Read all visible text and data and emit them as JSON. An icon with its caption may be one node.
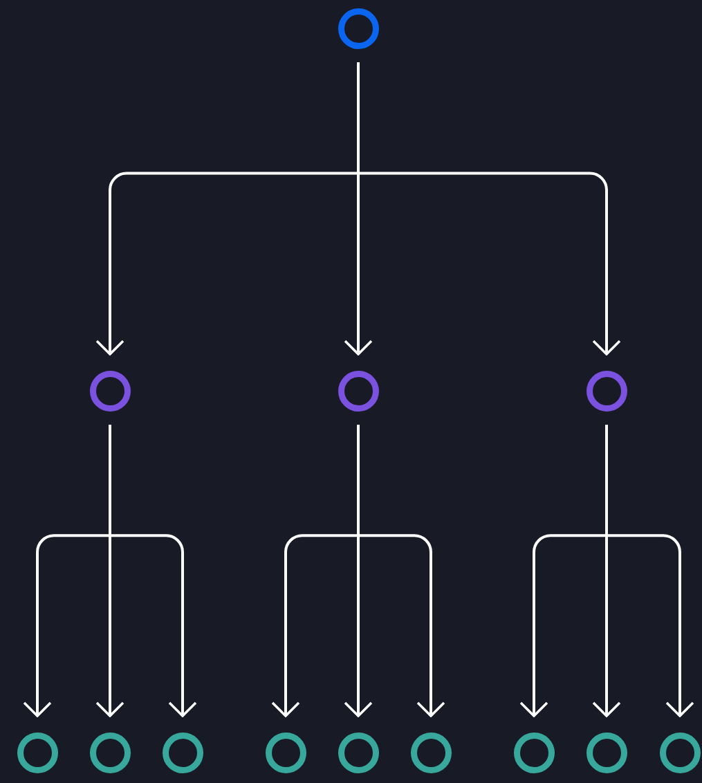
{
  "diagram": {
    "nodes": [
      {
        "text": [],
        "shape": "circle"
      },
      {
        "text": [],
        "shape": "circle"
      },
      {
        "text": [],
        "shape": "circle"
      },
      {
        "text": [],
        "shape": "circle"
      },
      {
        "text": [],
        "shape": "circle"
      },
      {
        "text": [],
        "shape": "circle"
      },
      {
        "text": [],
        "shape": "circle"
      },
      {
        "text": [],
        "shape": "circle"
      },
      {
        "text": [],
        "shape": "circle"
      },
      {
        "text": [],
        "shape": "circle"
      },
      {
        "text": [],
        "shape": "circle"
      },
      {
        "text": [],
        "shape": "circle"
      },
      {
        "text": [],
        "shape": "circle"
      }
    ],
    "edges": [
      {
        "from": 0,
        "to": 1,
        "arrow": "to"
      },
      {
        "from": 0,
        "to": 2,
        "arrow": "to"
      },
      {
        "from": 0,
        "to": 3,
        "arrow": "to"
      },
      {
        "from": 1,
        "to": 4,
        "arrow": "to"
      },
      {
        "from": 1,
        "to": 5,
        "arrow": "to"
      },
      {
        "from": 1,
        "to": 6,
        "arrow": "to"
      },
      {
        "from": 2,
        "to": 7,
        "arrow": "to"
      },
      {
        "from": 2,
        "to": 8,
        "arrow": "to"
      },
      {
        "from": 2,
        "to": 9,
        "arrow": "to"
      },
      {
        "from": 3,
        "to": 10,
        "arrow": "to"
      },
      {
        "from": 3,
        "to": 11,
        "arrow": "to"
      },
      {
        "from": 3,
        "to": 12,
        "arrow": "to"
      }
    ]
  }
}
